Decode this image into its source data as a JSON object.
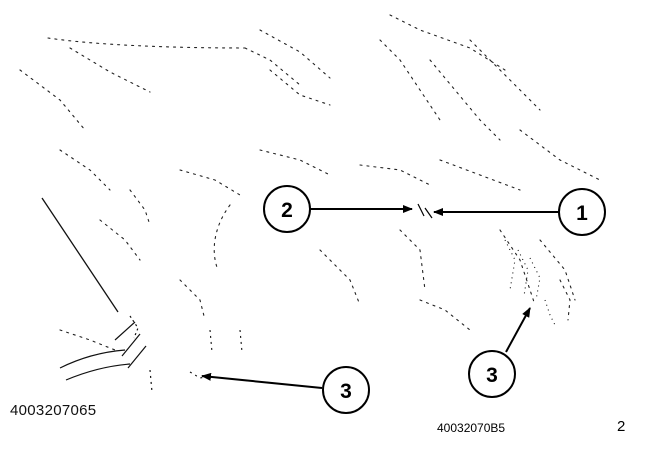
{
  "figure": {
    "callouts": [
      {
        "label": "1"
      },
      {
        "label": "2"
      },
      {
        "label": "3"
      },
      {
        "label": "3"
      }
    ],
    "embedded_code": "4003207065",
    "figure_code": "40032070B5",
    "page_number": "2"
  },
  "colors": {
    "ink": "#000000",
    "background": "#ffffff"
  }
}
